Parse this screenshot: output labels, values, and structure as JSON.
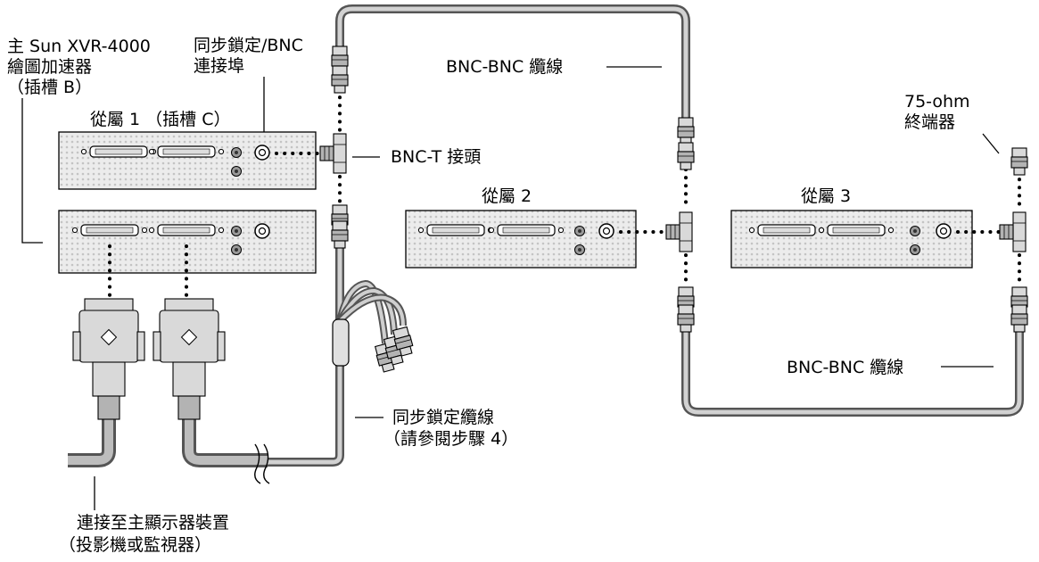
{
  "labels": {
    "master_card": [
      "主 Sun XVR-4000",
      "繪圖加速器",
      "（插槽 B）"
    ],
    "genlock_port": [
      "同步鎖定/BNC",
      "連接埠"
    ],
    "slave1": "從屬 1 （插槽 C）",
    "bnc_cable_top": "BNC-BNC 纜線",
    "bnc_t": "BNC-T 接頭",
    "terminator": [
      "75-ohm",
      "終端器"
    ],
    "slave2": "從屬 2",
    "slave3": "從屬 3",
    "bnc_cable_bottom": "BNC-BNC 纜線",
    "genlock_cable": [
      "同步鎖定纜線",
      "（請參閱步驟 4）"
    ],
    "display_device": [
      "連接至主顯示器裝置",
      "（投影機或監視器）"
    ]
  }
}
